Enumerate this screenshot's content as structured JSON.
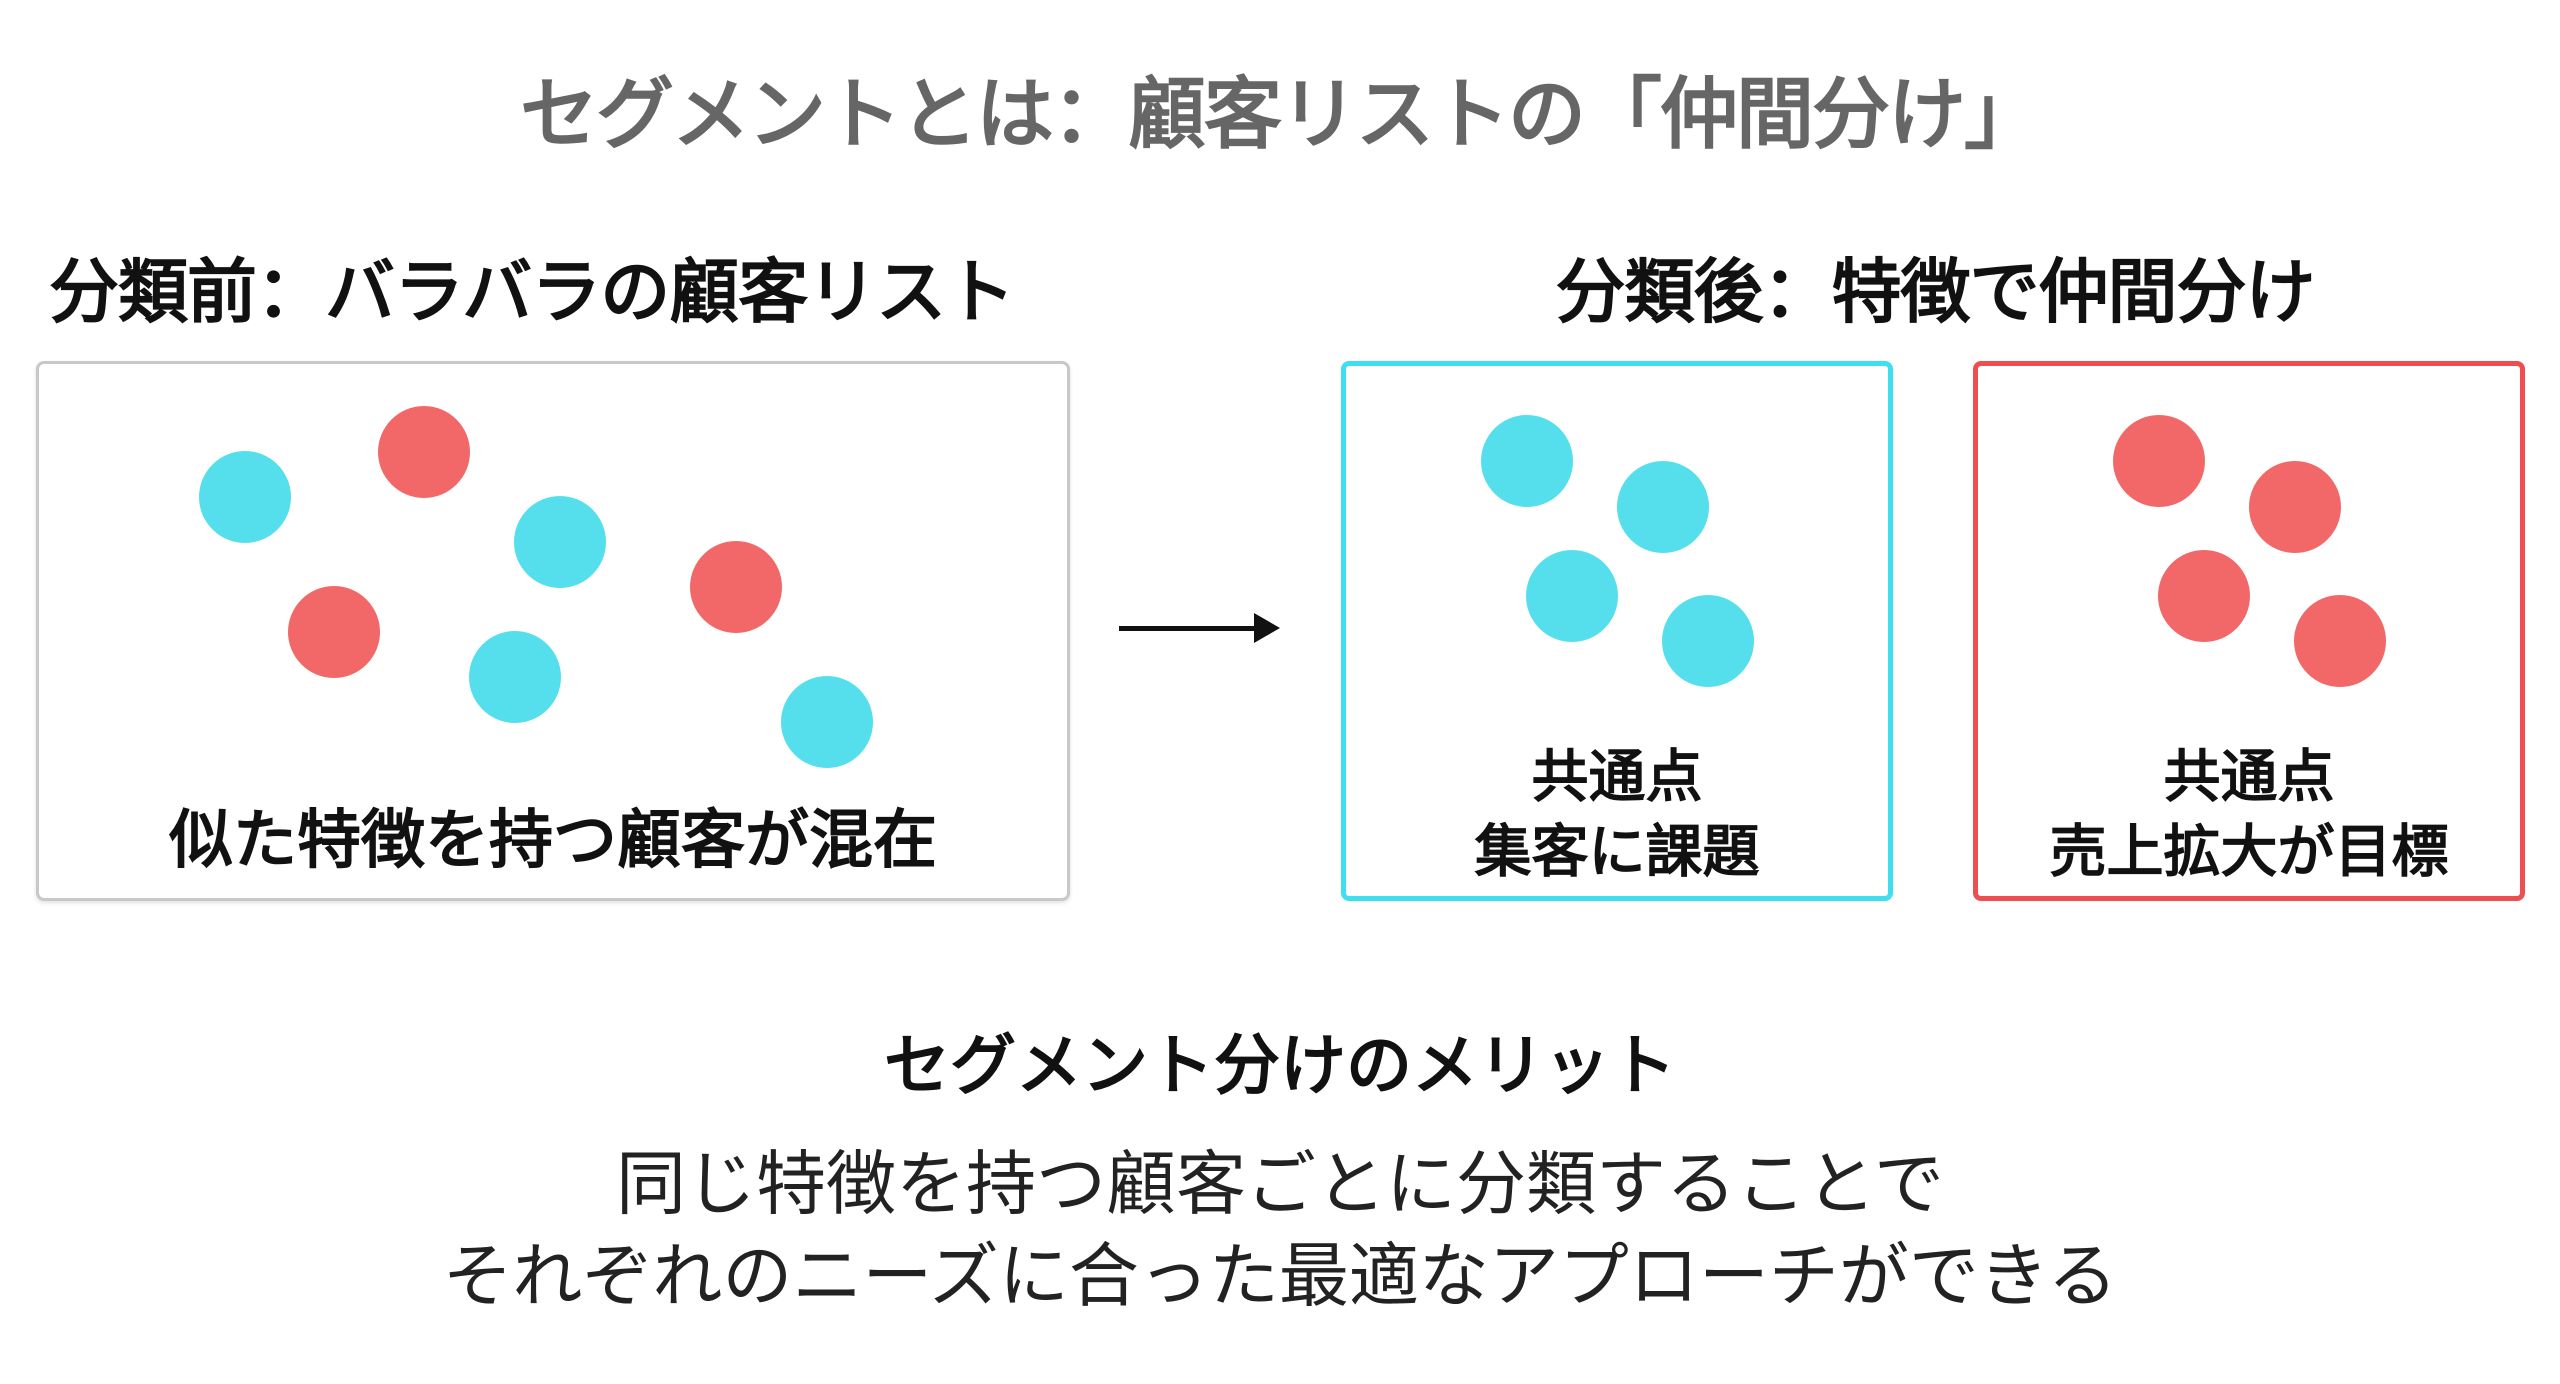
{
  "title": "セグメントとは：顧客リストの「仲間分け」",
  "before": {
    "heading": "分類前：バラバラの顧客リスト",
    "caption": "似た特徴を持つ顧客が混在",
    "dots": [
      "cyan",
      "red",
      "cyan",
      "red",
      "cyan",
      "red",
      "cyan"
    ]
  },
  "after": {
    "heading": "分類後：特徴で仲間分け",
    "groups": [
      {
        "line1": "共通点",
        "line2": "集客に課題",
        "color": "#55dfec",
        "border": "#3fdff2"
      },
      {
        "line1": "共通点",
        "line2": "売上拡大が目標",
        "color": "#f26868",
        "border": "#ee4e50"
      }
    ]
  },
  "merit": {
    "heading": "セグメント分けのメリット",
    "line1": "同じ特徴を持つ顧客ごとに分類することで",
    "line2": "それぞれのニーズに合った最適なアプローチができる"
  },
  "colors": {
    "cyan": "#55dfec",
    "red": "#f26868",
    "title": "#666666"
  }
}
